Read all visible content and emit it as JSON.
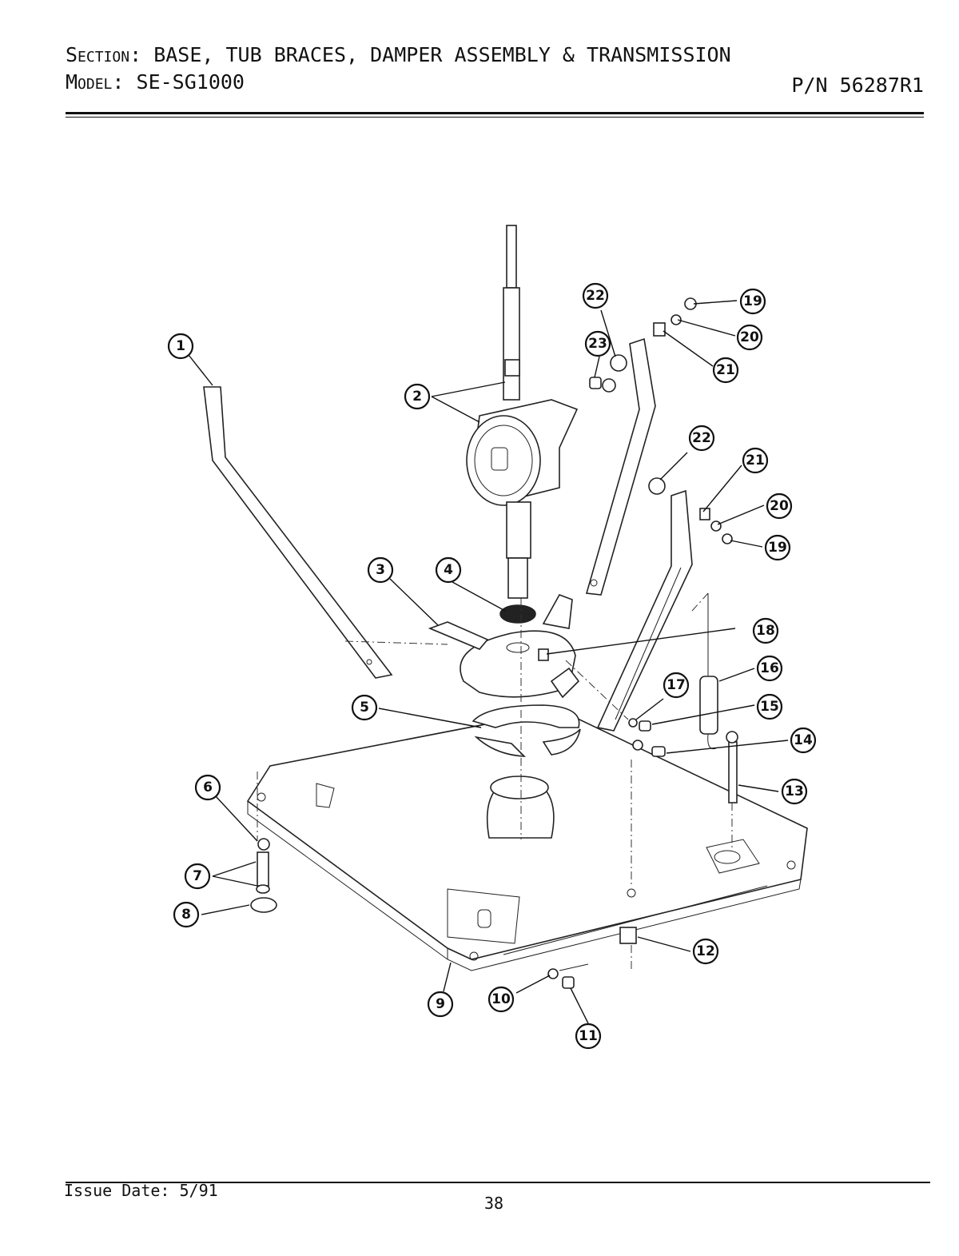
{
  "header": {
    "section_label": "Section:",
    "section_value": "BASE, TUB BRACES, DAMPER ASSEMBLY & TRANSMISSION",
    "model_label": "Model:",
    "model_value": "SE-SG1000",
    "part_number": "P/N 56287R1"
  },
  "footer": {
    "issue_date": "Issue Date: 5/91",
    "page_number": "38"
  },
  "callouts": [
    "1",
    "2",
    "3",
    "4",
    "5",
    "6",
    "7",
    "8",
    "9",
    "10",
    "11",
    "12",
    "13",
    "14",
    "15",
    "16",
    "17",
    "18",
    "19",
    "20",
    "21",
    "22",
    "23"
  ],
  "callouts_repeated": [
    "19",
    "20",
    "21",
    "22"
  ]
}
